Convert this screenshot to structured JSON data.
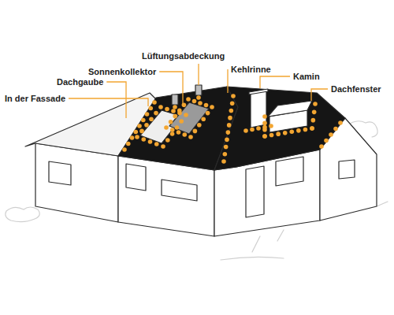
{
  "diagram": {
    "labels": [
      "Lüftungsabdeckung",
      "Sonnenkollektor",
      "Kehlrinne",
      "Kamin",
      "Dachgaube",
      "Dachfenster",
      "In der Fassade"
    ]
  }
}
